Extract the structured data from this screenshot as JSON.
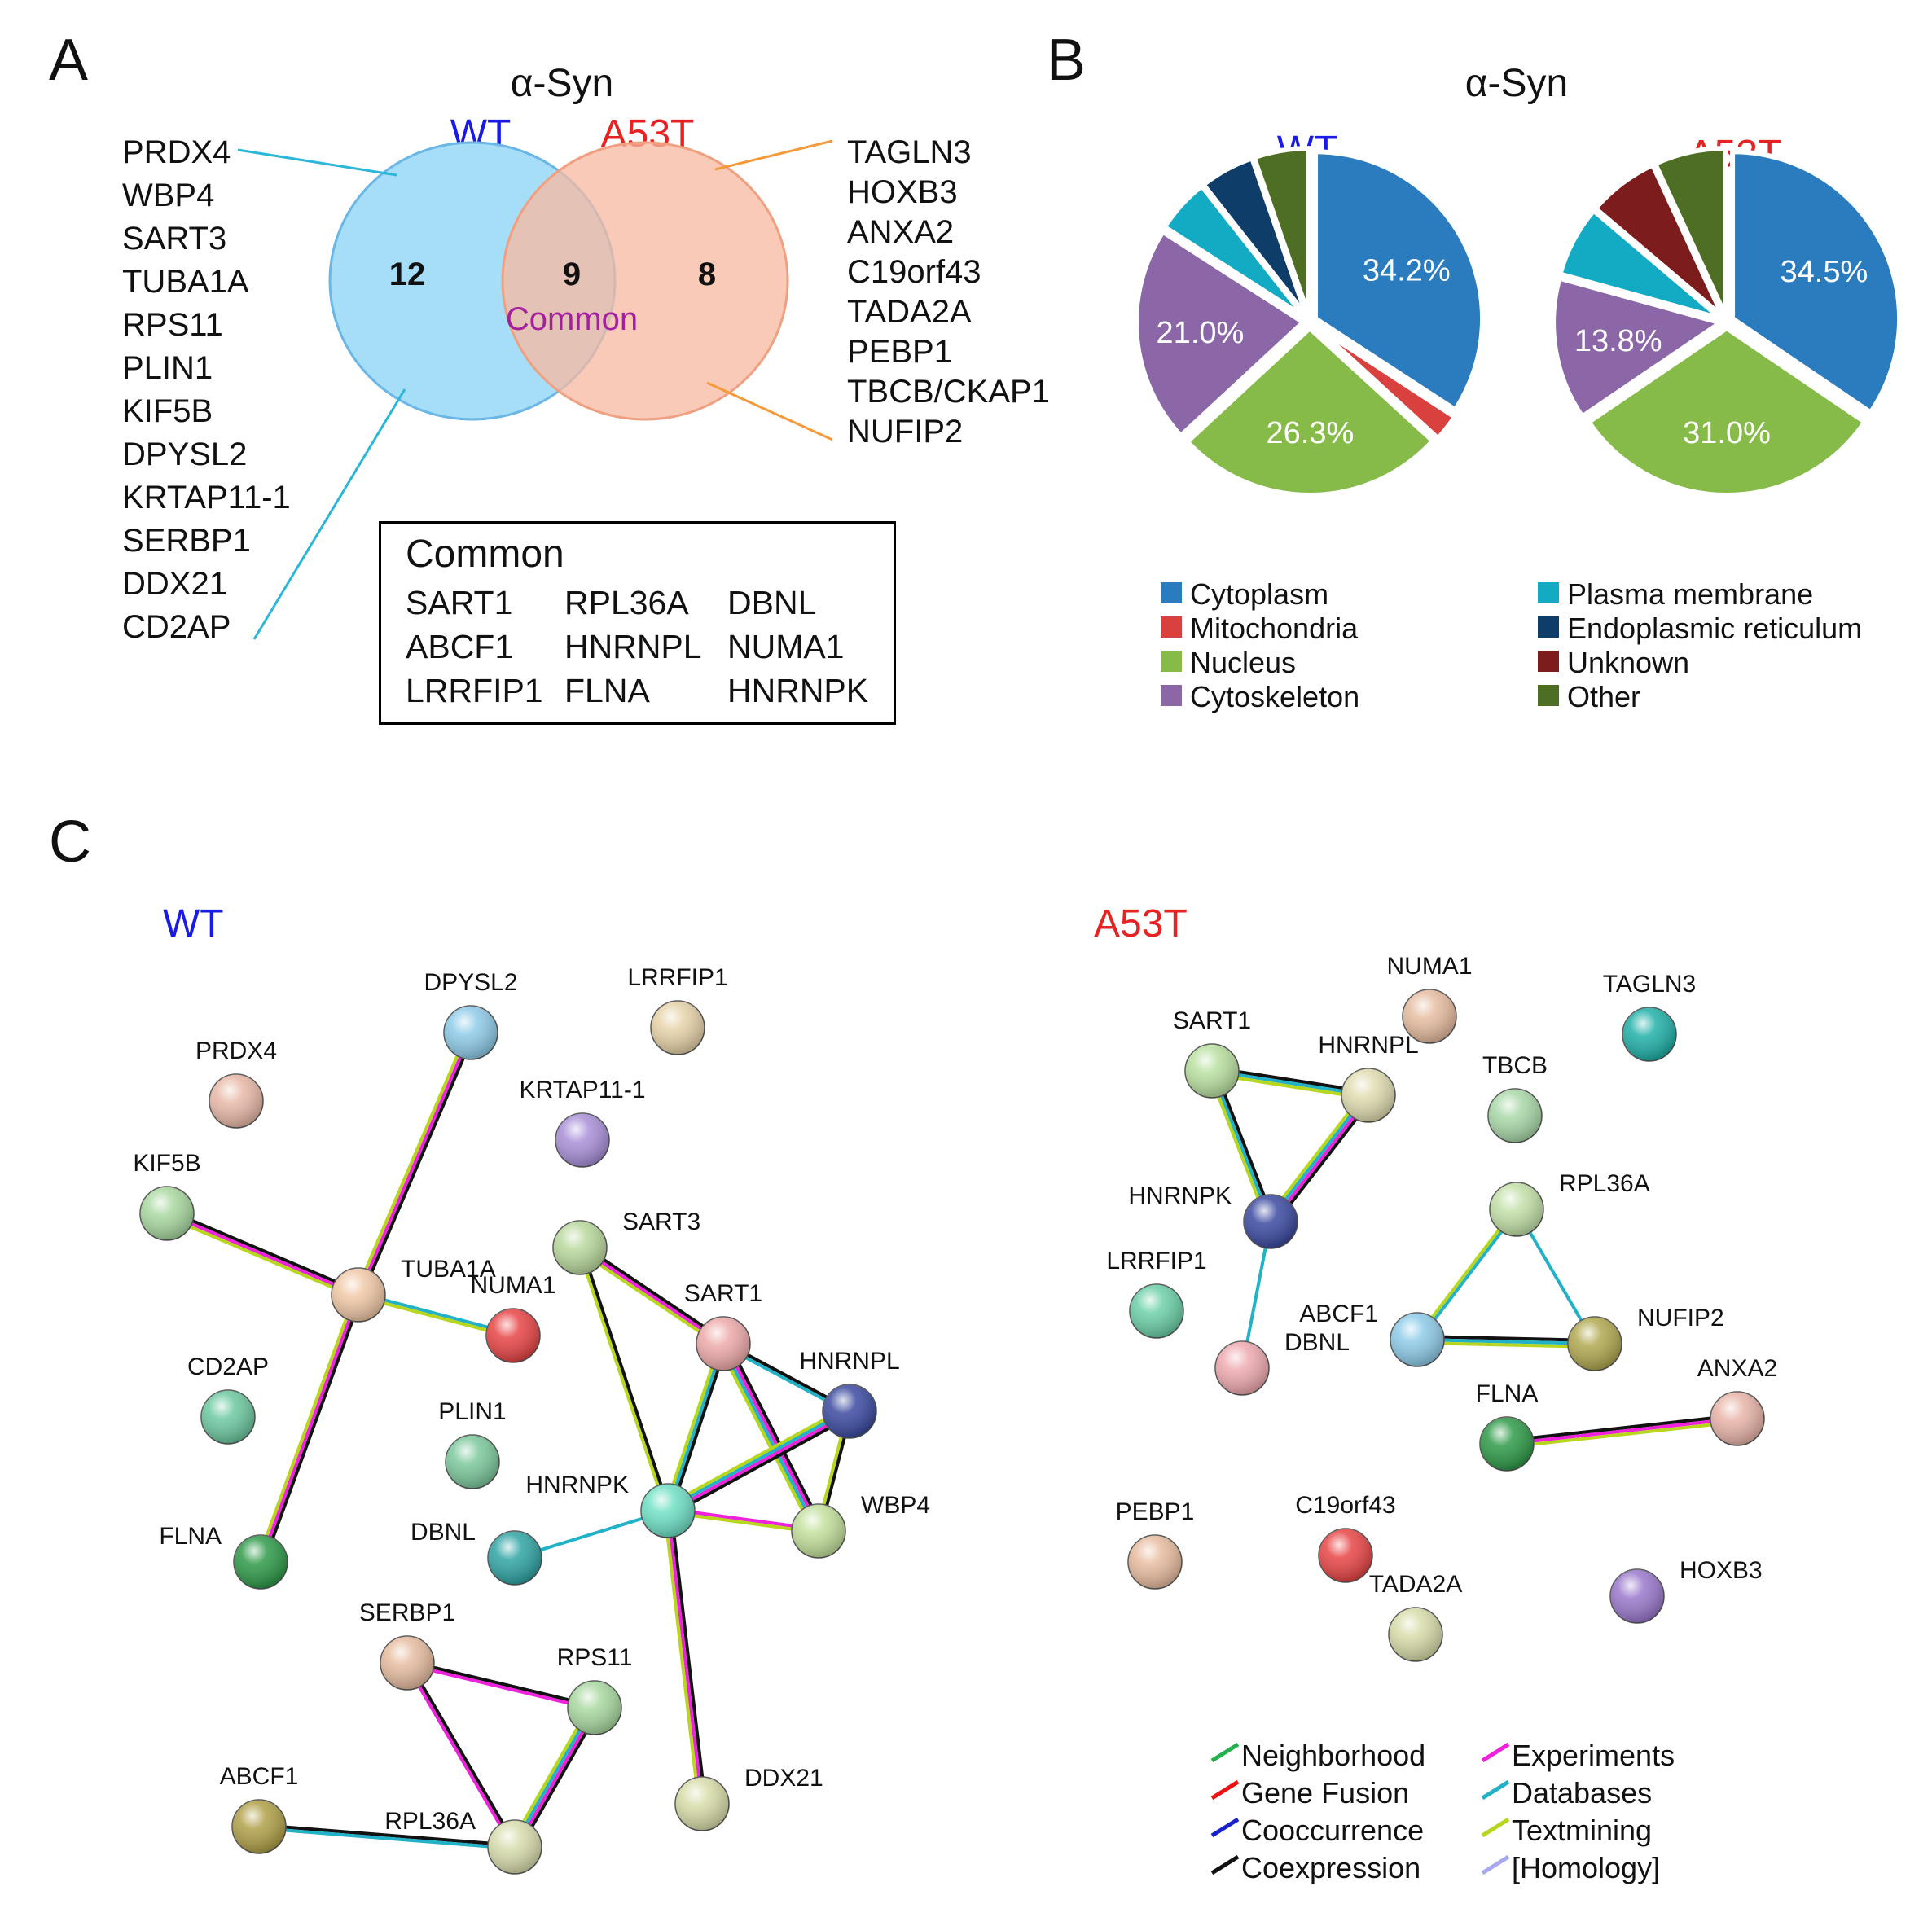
{
  "panel_a": {
    "letter": "A",
    "title": "α-Syn",
    "wt_label": "WT",
    "a53t_label": "A53T",
    "wt_only_count": "12",
    "common_count": "9",
    "a53t_only_count": "8",
    "common_label": "Common",
    "wt_genes": [
      "PRDX4",
      "WBP4",
      "SART3",
      "TUBA1A",
      "RPS11",
      "PLIN1",
      "KIF5B",
      "DPYSL2",
      "KRTAP11-1",
      "SERBP1",
      "DDX21",
      "CD2AP"
    ],
    "a53t_genes": [
      "TAGLN3",
      "HOXB3",
      "ANXA2",
      "C19orf43",
      "TADA2A",
      "PEBP1",
      "TBCB/CKAP1",
      "NUFIP2"
    ],
    "common_box": {
      "title": "Common",
      "genes": [
        "SART1",
        "RPL36A",
        "DBNL",
        "ABCF1",
        "HNRNPL",
        "NUMA1",
        "LRRFIP1",
        "FLNA",
        "HNRNPK"
      ]
    }
  },
  "panel_b": {
    "letter": "B",
    "title": "α-Syn",
    "colors": {
      "Cytoplasm": "#2b7bbf",
      "Mitochondria": "#d9413f",
      "Nucleus": "#86bb4a",
      "Cytoskeleton": "#8b67a8",
      "Plasma membrane": "#13aac4",
      "Endoplasmic reticulum": "#0e3d69",
      "Unknown": "#7d1c1c",
      "Other": "#4d6e23"
    },
    "legend": [
      "Cytoplasm",
      "Mitochondria",
      "Nucleus",
      "Cytoskeleton",
      "Plasma membrane",
      "Endoplasmic reticulum",
      "Unknown",
      "Other"
    ]
  },
  "chart_data": [
    {
      "type": "pie",
      "title": "WT",
      "labels": [
        "Cytoplasm",
        "Mitochondria",
        "Nucleus",
        "Cytoskeleton",
        "Plasma membrane",
        "Endoplasmic reticulum",
        "Other"
      ],
      "values": [
        34.2,
        2.6,
        26.3,
        21.0,
        5.3,
        5.3,
        5.3
      ],
      "value_labels": [
        "34.2%",
        "",
        "26.3%",
        "21.0%",
        "",
        "",
        ""
      ]
    },
    {
      "type": "pie",
      "title": "A53T",
      "labels": [
        "Cytoplasm",
        "Nucleus",
        "Cytoskeleton",
        "Plasma membrane",
        "Unknown",
        "Other"
      ],
      "values": [
        34.5,
        31.0,
        13.8,
        6.9,
        6.9,
        6.9
      ],
      "value_labels": [
        "34.5%",
        "31.0%",
        "13.8%",
        "",
        "",
        ""
      ]
    }
  ],
  "panel_c": {
    "letter": "C",
    "wt": {
      "title": "WT",
      "nodes": [
        {
          "id": "DPYSL2",
          "label": "DPYSL2",
          "color": "#8ecbe8"
        },
        {
          "id": "LRRFIP1",
          "label": "LRRFIP1",
          "color": "#e6d2a8"
        },
        {
          "id": "PRDX4",
          "label": "PRDX4",
          "color": "#e8b9a8"
        },
        {
          "id": "KRTAP11-1",
          "label": "KRTAP11-1",
          "color": "#a990d8"
        },
        {
          "id": "KIF5B",
          "label": "KIF5B",
          "color": "#a9d8a0"
        },
        {
          "id": "SART3",
          "label": "SART3",
          "color": "#b9d89c"
        },
        {
          "id": "TUBA1A",
          "label": "TUBA1A",
          "color": "#f0c8a6"
        },
        {
          "id": "NUMA1",
          "label": "NUMA1",
          "color": "#e84545"
        },
        {
          "id": "SART1",
          "label": "SART1",
          "color": "#eeaaaa"
        },
        {
          "id": "CD2AP",
          "label": "CD2AP",
          "color": "#6cc8a0"
        },
        {
          "id": "HNRNPL",
          "label": "HNRNPL",
          "color": "#3b4aa0"
        },
        {
          "id": "PLIN1",
          "label": "PLIN1",
          "color": "#7cc89c"
        },
        {
          "id": "HNRNPK",
          "label": "HNRNPK",
          "color": "#6fe0c4"
        },
        {
          "id": "WBP4",
          "label": "WBP4",
          "color": "#c3e09c"
        },
        {
          "id": "DBNL",
          "label": "DBNL",
          "color": "#30a4a4"
        },
        {
          "id": "FLNA",
          "label": "FLNA",
          "color": "#2e9a48"
        },
        {
          "id": "SERBP1",
          "label": "SERBP1",
          "color": "#e6bca0"
        },
        {
          "id": "RPS11",
          "label": "RPS11",
          "color": "#a9d8a0"
        },
        {
          "id": "DDX21",
          "label": "DDX21",
          "color": "#d8dca8"
        },
        {
          "id": "ABCF1",
          "label": "ABCF1",
          "color": "#b0a048"
        },
        {
          "id": "RPL36A",
          "label": "RPL36A",
          "color": "#d8dcac"
        }
      ],
      "edges": [
        {
          "from": "DPYSL2",
          "to": "TUBA1A",
          "types": [
            "coexpression",
            "experiments",
            "textmining"
          ]
        },
        {
          "from": "KIF5B",
          "to": "TUBA1A",
          "types": [
            "coexpression",
            "experiments",
            "textmining"
          ]
        },
        {
          "from": "TUBA1A",
          "to": "NUMA1",
          "types": [
            "databases",
            "textmining"
          ]
        },
        {
          "from": "TUBA1A",
          "to": "FLNA",
          "types": [
            "coexpression",
            "experiments",
            "textmining"
          ]
        },
        {
          "from": "SART3",
          "to": "SART1",
          "types": [
            "coexpression",
            "experiments",
            "textmining"
          ]
        },
        {
          "from": "SART3",
          "to": "HNRNPK",
          "types": [
            "coexpression",
            "textmining"
          ]
        },
        {
          "from": "SART1",
          "to": "HNRNPL",
          "types": [
            "coexpression",
            "databases"
          ]
        },
        {
          "from": "SART1",
          "to": "HNRNPK",
          "types": [
            "coexpression",
            "databases",
            "textmining"
          ]
        },
        {
          "from": "SART1",
          "to": "WBP4",
          "types": [
            "coexpression",
            "experiments",
            "databases",
            "textmining"
          ]
        },
        {
          "from": "HNRNPL",
          "to": "HNRNPK",
          "types": [
            "coexpression",
            "experiments",
            "databases",
            "textmining"
          ]
        },
        {
          "from": "HNRNPL",
          "to": "WBP4",
          "types": [
            "coexpression",
            "textmining"
          ]
        },
        {
          "from": "HNRNPK",
          "to": "WBP4",
          "types": [
            "experiments",
            "textmining"
          ]
        },
        {
          "from": "HNRNPK",
          "to": "DBNL",
          "types": [
            "databases"
          ]
        },
        {
          "from": "HNRNPK",
          "to": "DDX21",
          "types": [
            "coexpression",
            "experiments",
            "textmining"
          ]
        },
        {
          "from": "SERBP1",
          "to": "RPS11",
          "types": [
            "coexpression",
            "experiments"
          ]
        },
        {
          "from": "SERBP1",
          "to": "RPL36A",
          "types": [
            "coexpression",
            "experiments"
          ]
        },
        {
          "from": "RPS11",
          "to": "RPL36A",
          "types": [
            "coexpression",
            "experiments",
            "databases",
            "textmining"
          ]
        },
        {
          "from": "ABCF1",
          "to": "RPL36A",
          "types": [
            "coexpression",
            "databases"
          ]
        }
      ]
    },
    "a53t": {
      "title": "A53T",
      "nodes": [
        {
          "id": "NUMA1",
          "label": "NUMA1",
          "color": "#e6bca0"
        },
        {
          "id": "TAGLN3",
          "label": "TAGLN3",
          "color": "#20b0a8"
        },
        {
          "id": "SART1",
          "label": "SART1",
          "color": "#b9e0a0"
        },
        {
          "id": "HNRNPL",
          "label": "HNRNPL",
          "color": "#e0dcb0"
        },
        {
          "id": "TBCB",
          "label": "TBCB",
          "color": "#a9d8a8"
        },
        {
          "id": "HNRNPK",
          "label": "HNRNPK",
          "color": "#3b4aa0"
        },
        {
          "id": "RPL36A",
          "label": "RPL36A",
          "color": "#c3e0a8"
        },
        {
          "id": "LRRFIP1",
          "label": "LRRFIP1",
          "color": "#6cd0a8"
        },
        {
          "id": "ABCF1",
          "label": "ABCF1",
          "color": "#8ecbe8"
        },
        {
          "id": "NUFIP2",
          "label": "NUFIP2",
          "color": "#b0a850"
        },
        {
          "id": "DBNL",
          "label": "DBNL",
          "color": "#eeaab0"
        },
        {
          "id": "ANXA2",
          "label": "ANXA2",
          "color": "#e8b4a8"
        },
        {
          "id": "FLNA",
          "label": "FLNA",
          "color": "#2e9a48"
        },
        {
          "id": "PEBP1",
          "label": "PEBP1",
          "color": "#e8bca0"
        },
        {
          "id": "C19orf43",
          "label": "C19orf43",
          "color": "#e84545"
        },
        {
          "id": "TADA2A",
          "label": "TADA2A",
          "color": "#d8dca8"
        },
        {
          "id": "HOXB3",
          "label": "HOXB3",
          "color": "#9a78cc"
        }
      ],
      "edges": [
        {
          "from": "SART1",
          "to": "HNRNPL",
          "types": [
            "coexpression",
            "databases",
            "textmining"
          ]
        },
        {
          "from": "SART1",
          "to": "HNRNPK",
          "types": [
            "coexpression",
            "databases",
            "textmining"
          ]
        },
        {
          "from": "HNRNPL",
          "to": "HNRNPK",
          "types": [
            "coexpression",
            "experiments",
            "databases",
            "textmining"
          ]
        },
        {
          "from": "HNRNPK",
          "to": "DBNL",
          "types": [
            "databases"
          ]
        },
        {
          "from": "RPL36A",
          "to": "ABCF1",
          "types": [
            "databases",
            "textmining"
          ]
        },
        {
          "from": "RPL36A",
          "to": "NUFIP2",
          "types": [
            "databases"
          ]
        },
        {
          "from": "ABCF1",
          "to": "NUFIP2",
          "types": [
            "coexpression",
            "databases",
            "textmining"
          ]
        },
        {
          "from": "FLNA",
          "to": "ANXA2",
          "types": [
            "coexpression",
            "experiments",
            "textmining"
          ]
        }
      ]
    },
    "edge_colors": {
      "neighborhood": "#22b14c",
      "gene_fusion": "#ee1111",
      "cooccurrence": "#1a22cc",
      "coexpression": "#111111",
      "experiments": "#ee22dd",
      "databases": "#22b2c8",
      "textmining": "#b8d61e",
      "homology": "#a8a8ee"
    },
    "legend": [
      {
        "key": "neighborhood",
        "label": "Neighborhood"
      },
      {
        "key": "gene_fusion",
        "label": "Gene Fusion"
      },
      {
        "key": "cooccurrence",
        "label": "Cooccurrence"
      },
      {
        "key": "coexpression",
        "label": "Coexpression"
      },
      {
        "key": "experiments",
        "label": "Experiments"
      },
      {
        "key": "databases",
        "label": "Databases"
      },
      {
        "key": "textmining",
        "label": "Textmining"
      },
      {
        "key": "homology",
        "label": "[Homology]"
      }
    ]
  }
}
